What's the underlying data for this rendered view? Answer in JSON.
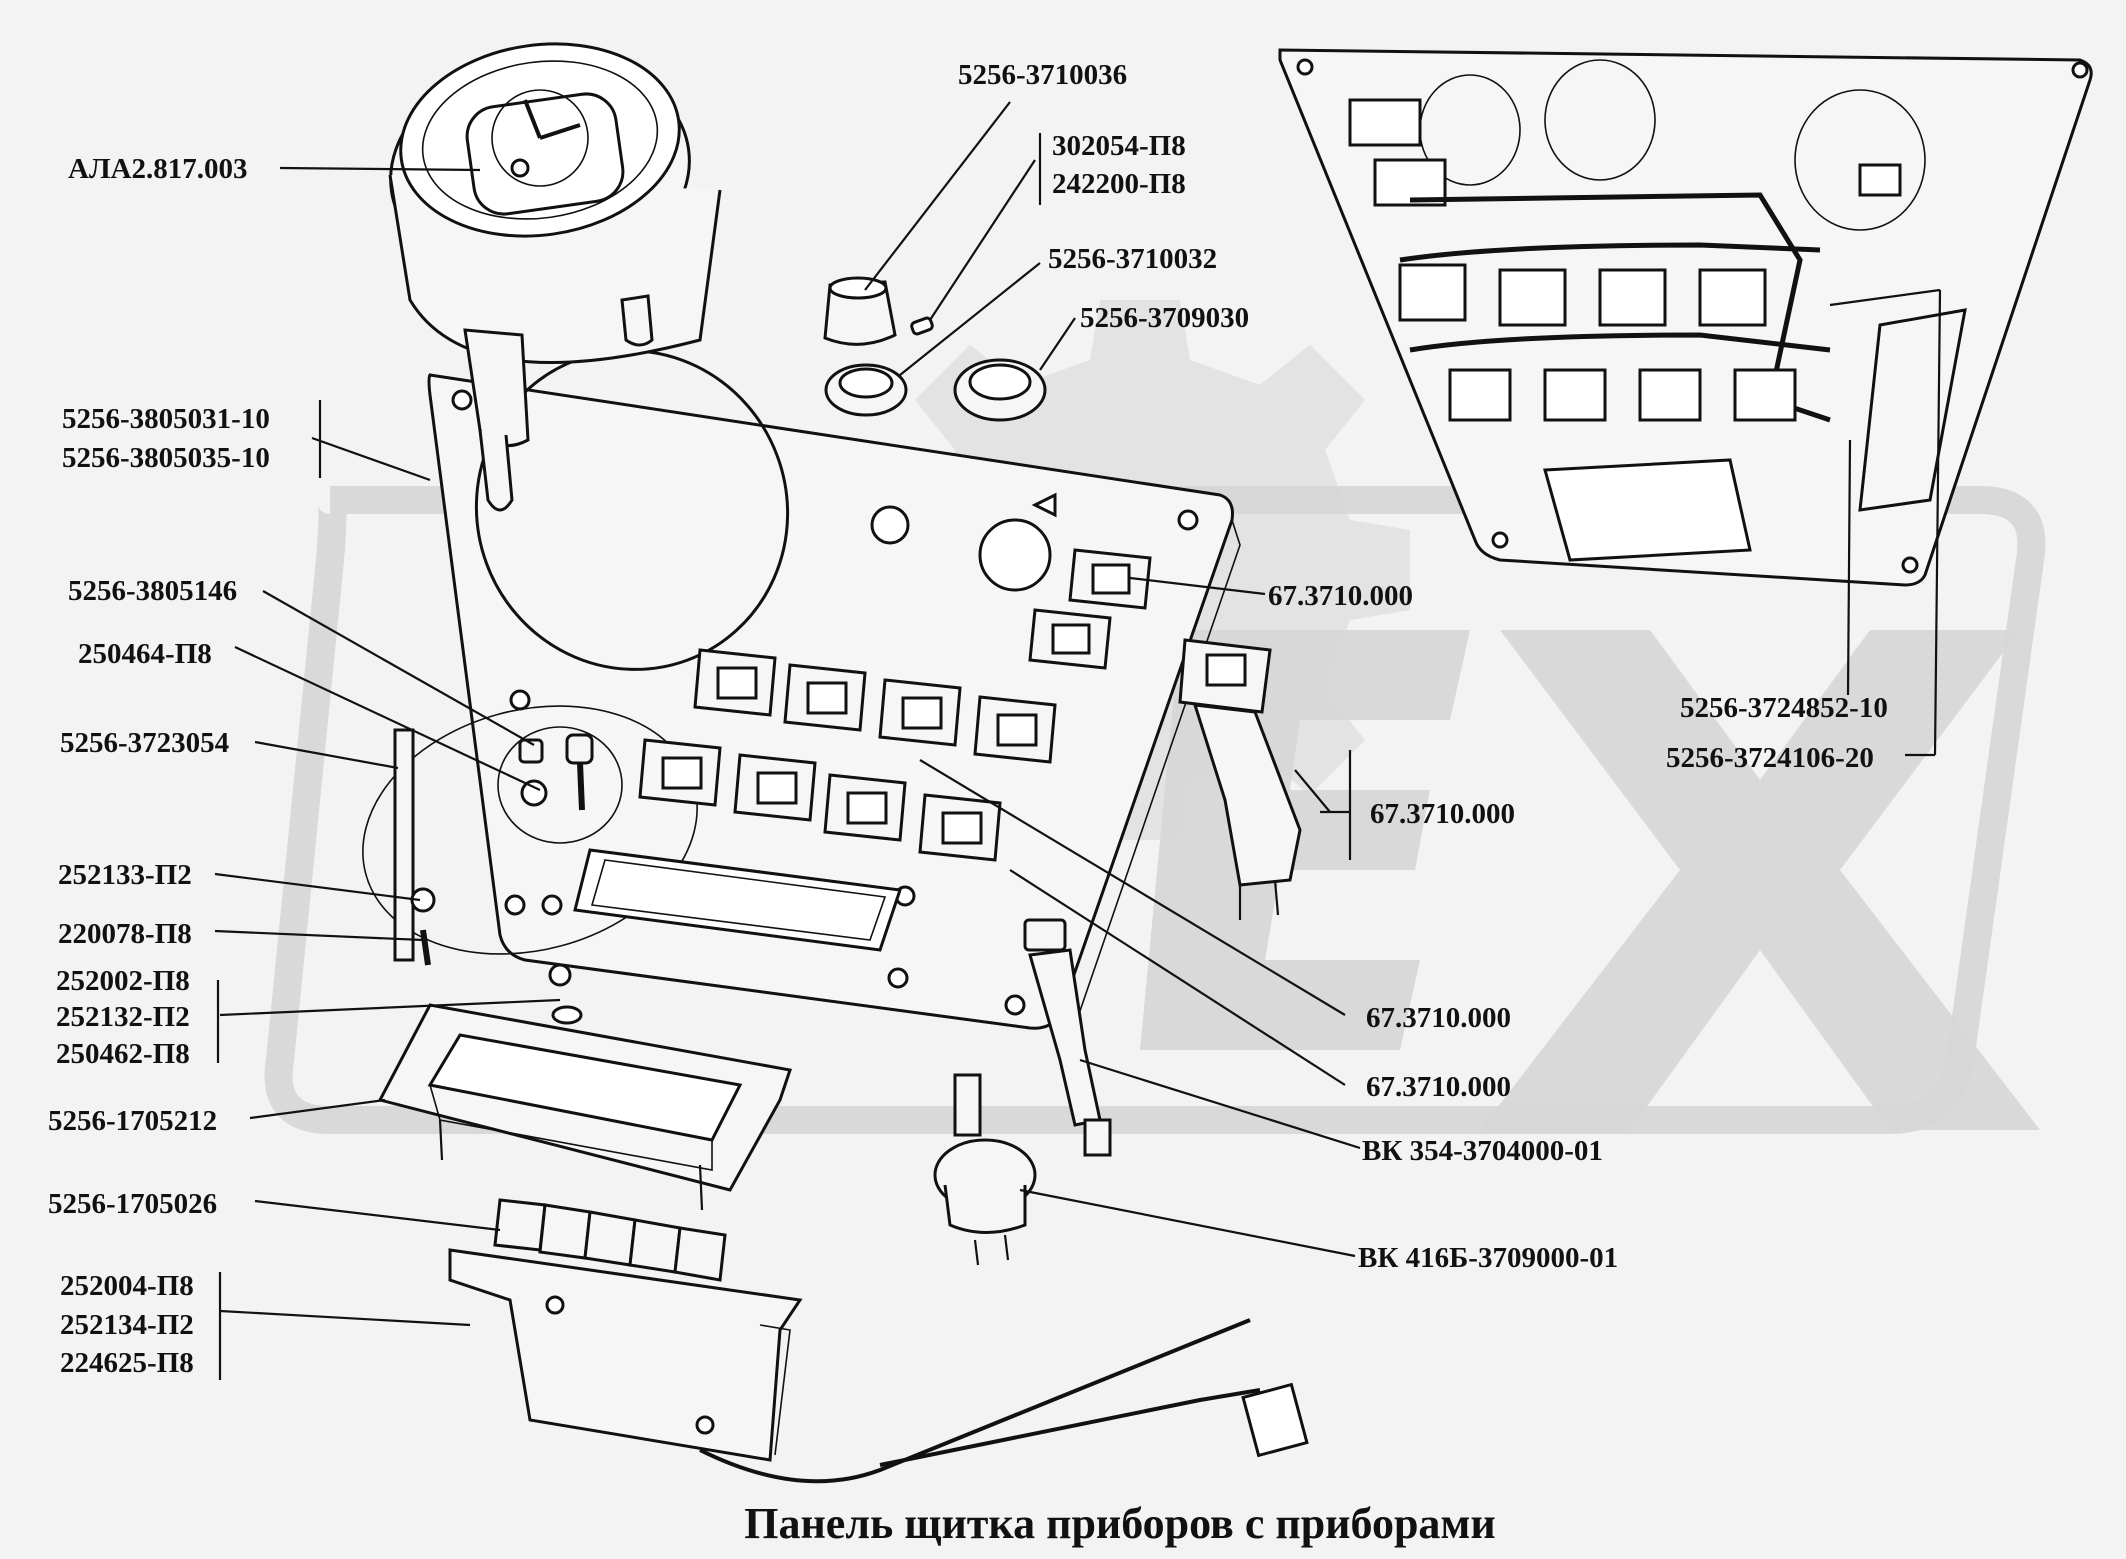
{
  "title": "Панель щитка приборов с приборами",
  "labels": {
    "ala": "АЛА2.817.003",
    "p3710036": "5256-3710036",
    "p302054": "302054-П8",
    "p242200": "242200-П8",
    "p3710032": "5256-3710032",
    "p3709030": "5256-3709030",
    "p3805031": "5256-3805031-10",
    "p3805035": "5256-3805035-10",
    "p3805146": "5256-3805146",
    "p250464": "250464-П8",
    "p3723054": "5256-3723054",
    "p252133": "252133-П2",
    "p220078": "220078-П8",
    "p252002": "252002-П8",
    "p252132": "252132-П2",
    "p250462": "250462-П8",
    "p1705212": "5256-1705212",
    "p1705026": "5256-1705026",
    "p252004": "252004-П8",
    "p252134": "252134-П2",
    "p224625": "224625-П8",
    "sw1": "67.3710.000",
    "sw2": "67.3710.000",
    "sw3": "67.3710.000",
    "sw4": "67.3710.000",
    "p3724852": "5256-3724852-10",
    "p3724106": "5256-3724106-20",
    "vk354": "ВК 354-3704000-01",
    "vk416": "ВК 416Б-3709000-01"
  }
}
